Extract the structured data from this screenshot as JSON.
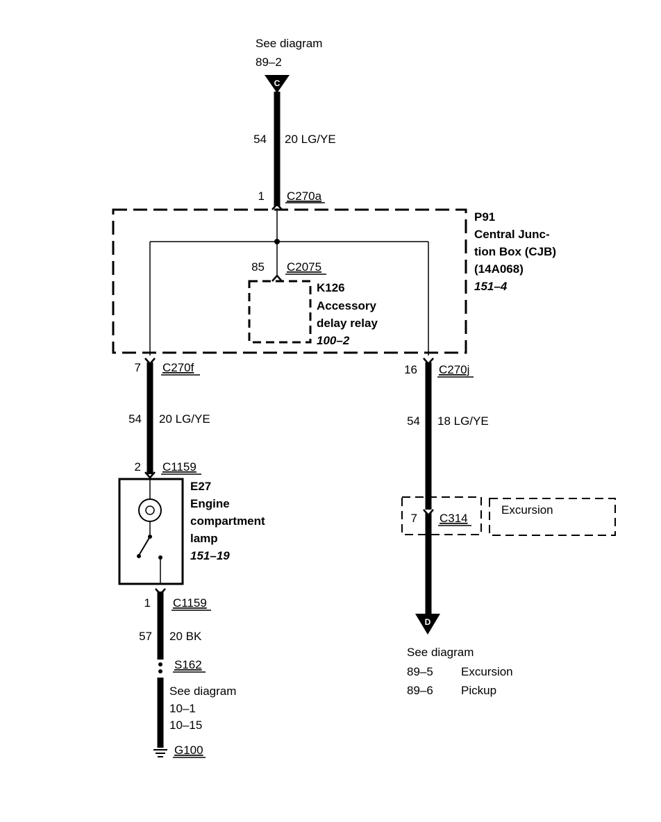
{
  "top_ref": {
    "see": "See diagram",
    "page": "89–2",
    "letter": "C"
  },
  "wire_top": {
    "circuit": "54",
    "gauge": "20 LG/YE"
  },
  "c270a": {
    "pin": "1",
    "name": "C270a"
  },
  "cjb": {
    "id": "P91",
    "line1": "Central Junc-",
    "line2": "tion Box (CJB)",
    "line3": "(14A068)",
    "ref": "151–4"
  },
  "c2075": {
    "pin": "85",
    "name": "C2075"
  },
  "relay": {
    "id": "K126",
    "line1": "Accessory",
    "line2": "delay relay",
    "ref": "100–2"
  },
  "c270f": {
    "pin": "7",
    "name": "C270f"
  },
  "c270j": {
    "pin": "16",
    "name": "C270j"
  },
  "wire_left": {
    "circuit": "54",
    "gauge": "20 LG/YE"
  },
  "wire_right": {
    "circuit": "54",
    "gauge": "18 LG/YE"
  },
  "c1159_top": {
    "pin": "2",
    "name": "C1159"
  },
  "lamp": {
    "id": "E27",
    "line1": "Engine",
    "line2": "compartment",
    "line3": "lamp",
    "ref": "151–19"
  },
  "c314": {
    "pin": "7",
    "name": "C314",
    "option": "Excursion"
  },
  "c1159_bottom": {
    "pin": "1",
    "name": "C1159"
  },
  "wire_ground": {
    "circuit": "57",
    "gauge": "20 BK"
  },
  "splice": {
    "name": "S162"
  },
  "ground_ref": {
    "see": "See diagram",
    "page1": "10–1",
    "page2": "10–15"
  },
  "ground": {
    "name": "G100"
  },
  "bottom_ref": {
    "letter": "D",
    "see": "See diagram",
    "rows": [
      {
        "page": "89–5",
        "label": "Excursion"
      },
      {
        "page": "89–6",
        "label": "Pickup"
      }
    ]
  }
}
